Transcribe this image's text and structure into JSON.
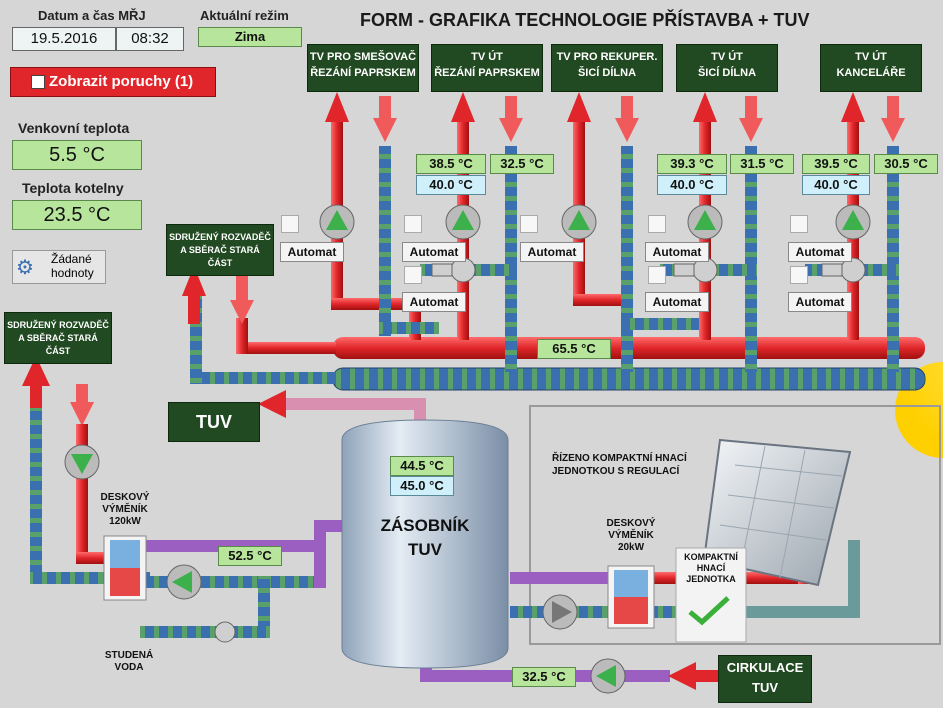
{
  "header": {
    "title": "FORM - GRAFIKA TECHNOLOGIE PŘÍSTAVBA + TUV",
    "datetime_label": "Datum a čas MŘJ",
    "date": "19.5.2016",
    "time": "08:32",
    "mode_label": "Aktuální režim",
    "mode_value": "Zima"
  },
  "alarms": {
    "button_label": "Zobrazit poruchy (1)"
  },
  "outdoor": {
    "label": "Venkovní teplota",
    "value": "5.5 °C"
  },
  "boiler_room": {
    "label": "Teplota kotelny",
    "value": "23.5 °C"
  },
  "setpoints": {
    "label_line1": "Žádané",
    "label_line2": "hodnoty"
  },
  "circuits": [
    {
      "name_line1": "TV PRO SMEŠOVAČ",
      "name_line2": "ŘEZÁNÍ PAPRSKEM"
    },
    {
      "name_line1": "TV ÚT",
      "name_line2": "ŘEZÁNÍ PAPRSKEM",
      "supply": "38.5 °C",
      "setpoint": "40.0 °C",
      "return": "32.5 °C"
    },
    {
      "name_line1": "TV PRO REKUPER.",
      "name_line2": "ŠICÍ DÍLNA"
    },
    {
      "name_line1": "TV ÚT",
      "name_line2": "ŠICÍ DÍLNA",
      "supply": "39.3 °C",
      "setpoint": "40.0 °C",
      "return": "31.5 °C"
    },
    {
      "name_line1": "TV ÚT",
      "name_line2": "KANCELÁŘE",
      "supply": "39.5 °C",
      "setpoint": "40.0 °C",
      "return": "30.5 °C"
    }
  ],
  "auto_label": "Automat",
  "manifold_temp": "65.5 °C",
  "sdruzeny": {
    "line1": "SDRUŽENÝ ROZVADĚČ",
    "line2": "A SBĚRAČ STARÁ ČÁST"
  },
  "tuv_label": "TUV",
  "tank": {
    "name_line1": "ZÁSOBNÍK",
    "name_line2": "TUV",
    "temp1": "44.5 °C",
    "temp2": "45.0 °C"
  },
  "exchanger_big": {
    "line1": "DESKOVÝ",
    "line2": "VÝMĚNÍK",
    "line3": "120kW"
  },
  "exchanger_small": {
    "line1": "DESKOVÝ",
    "line2": "VÝMĚNÍK",
    "line3": "20kW"
  },
  "exchanger_temp": "52.5 °C",
  "cold_water": {
    "line1": "STUDENÁ",
    "line2": "VODA"
  },
  "solar": {
    "control_line1": "ŘÍZENO KOMPAKTNÍ HNACÍ",
    "control_line2": "JEDNOTKOU S REGULACÍ",
    "unit_line1": "KOMPAKTNÍ",
    "unit_line2": "HNACÍ",
    "unit_line3": "JEDNOTKA"
  },
  "circulation": {
    "temp": "32.5 °C",
    "line1": "CIRKULACE",
    "line2": "TUV"
  },
  "colors": {
    "supply": "#e0262a",
    "return": "#3a5fb0",
    "background": "#d6d6d6",
    "panel_green": "#224a22",
    "value_green": "#b7e59b",
    "value_blue": "#cfeffa"
  }
}
